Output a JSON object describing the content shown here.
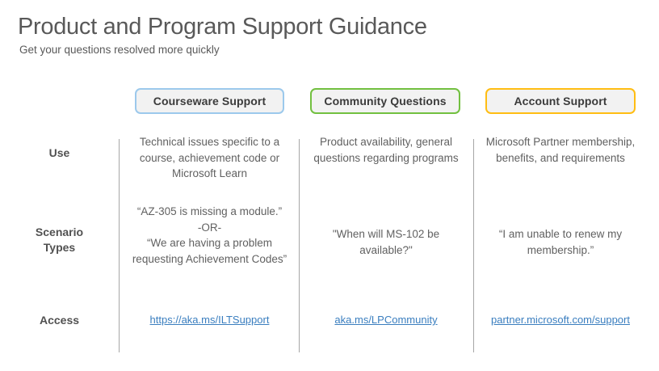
{
  "header": {
    "title": "Product and Program Support Guidance",
    "subtitle": "Get your questions resolved more quickly"
  },
  "columns": [
    {
      "label": "Courseware Support",
      "accent": "#9cc9ec"
    },
    {
      "label": "Community Questions",
      "accent": "#72c040"
    },
    {
      "label": "Account Support",
      "accent": "#ffbd13"
    }
  ],
  "row_labels": {
    "use": "Use",
    "scenario": "Scenario\nTypes",
    "scenario_line1": "Scenario",
    "scenario_line2": "Types",
    "access": "Access"
  },
  "rows": {
    "use": [
      "Technical issues specific to a course, achievement code or Microsoft Learn",
      "Product availability, general questions regarding programs",
      "Microsoft Partner membership, benefits, and requirements"
    ],
    "scenario": [
      "“AZ-305 is missing a module.”\n-OR-\n“We are having a problem requesting Achievement Codes”",
      "\"When will MS-102 be available?\"",
      "“I am unable to renew my membership.”"
    ],
    "access": [
      "https://aka.ms/ILTSupport",
      "aka.ms/LPCommunity",
      "partner.microsoft.com/support"
    ]
  },
  "colors": {
    "title_text": "#595959",
    "body_text": "#616161",
    "label_text": "#515151",
    "link": "#3a7ebf",
    "pill_fill": "#f2f2f2",
    "divider": "#a6a6a6",
    "background": "#ffffff"
  }
}
